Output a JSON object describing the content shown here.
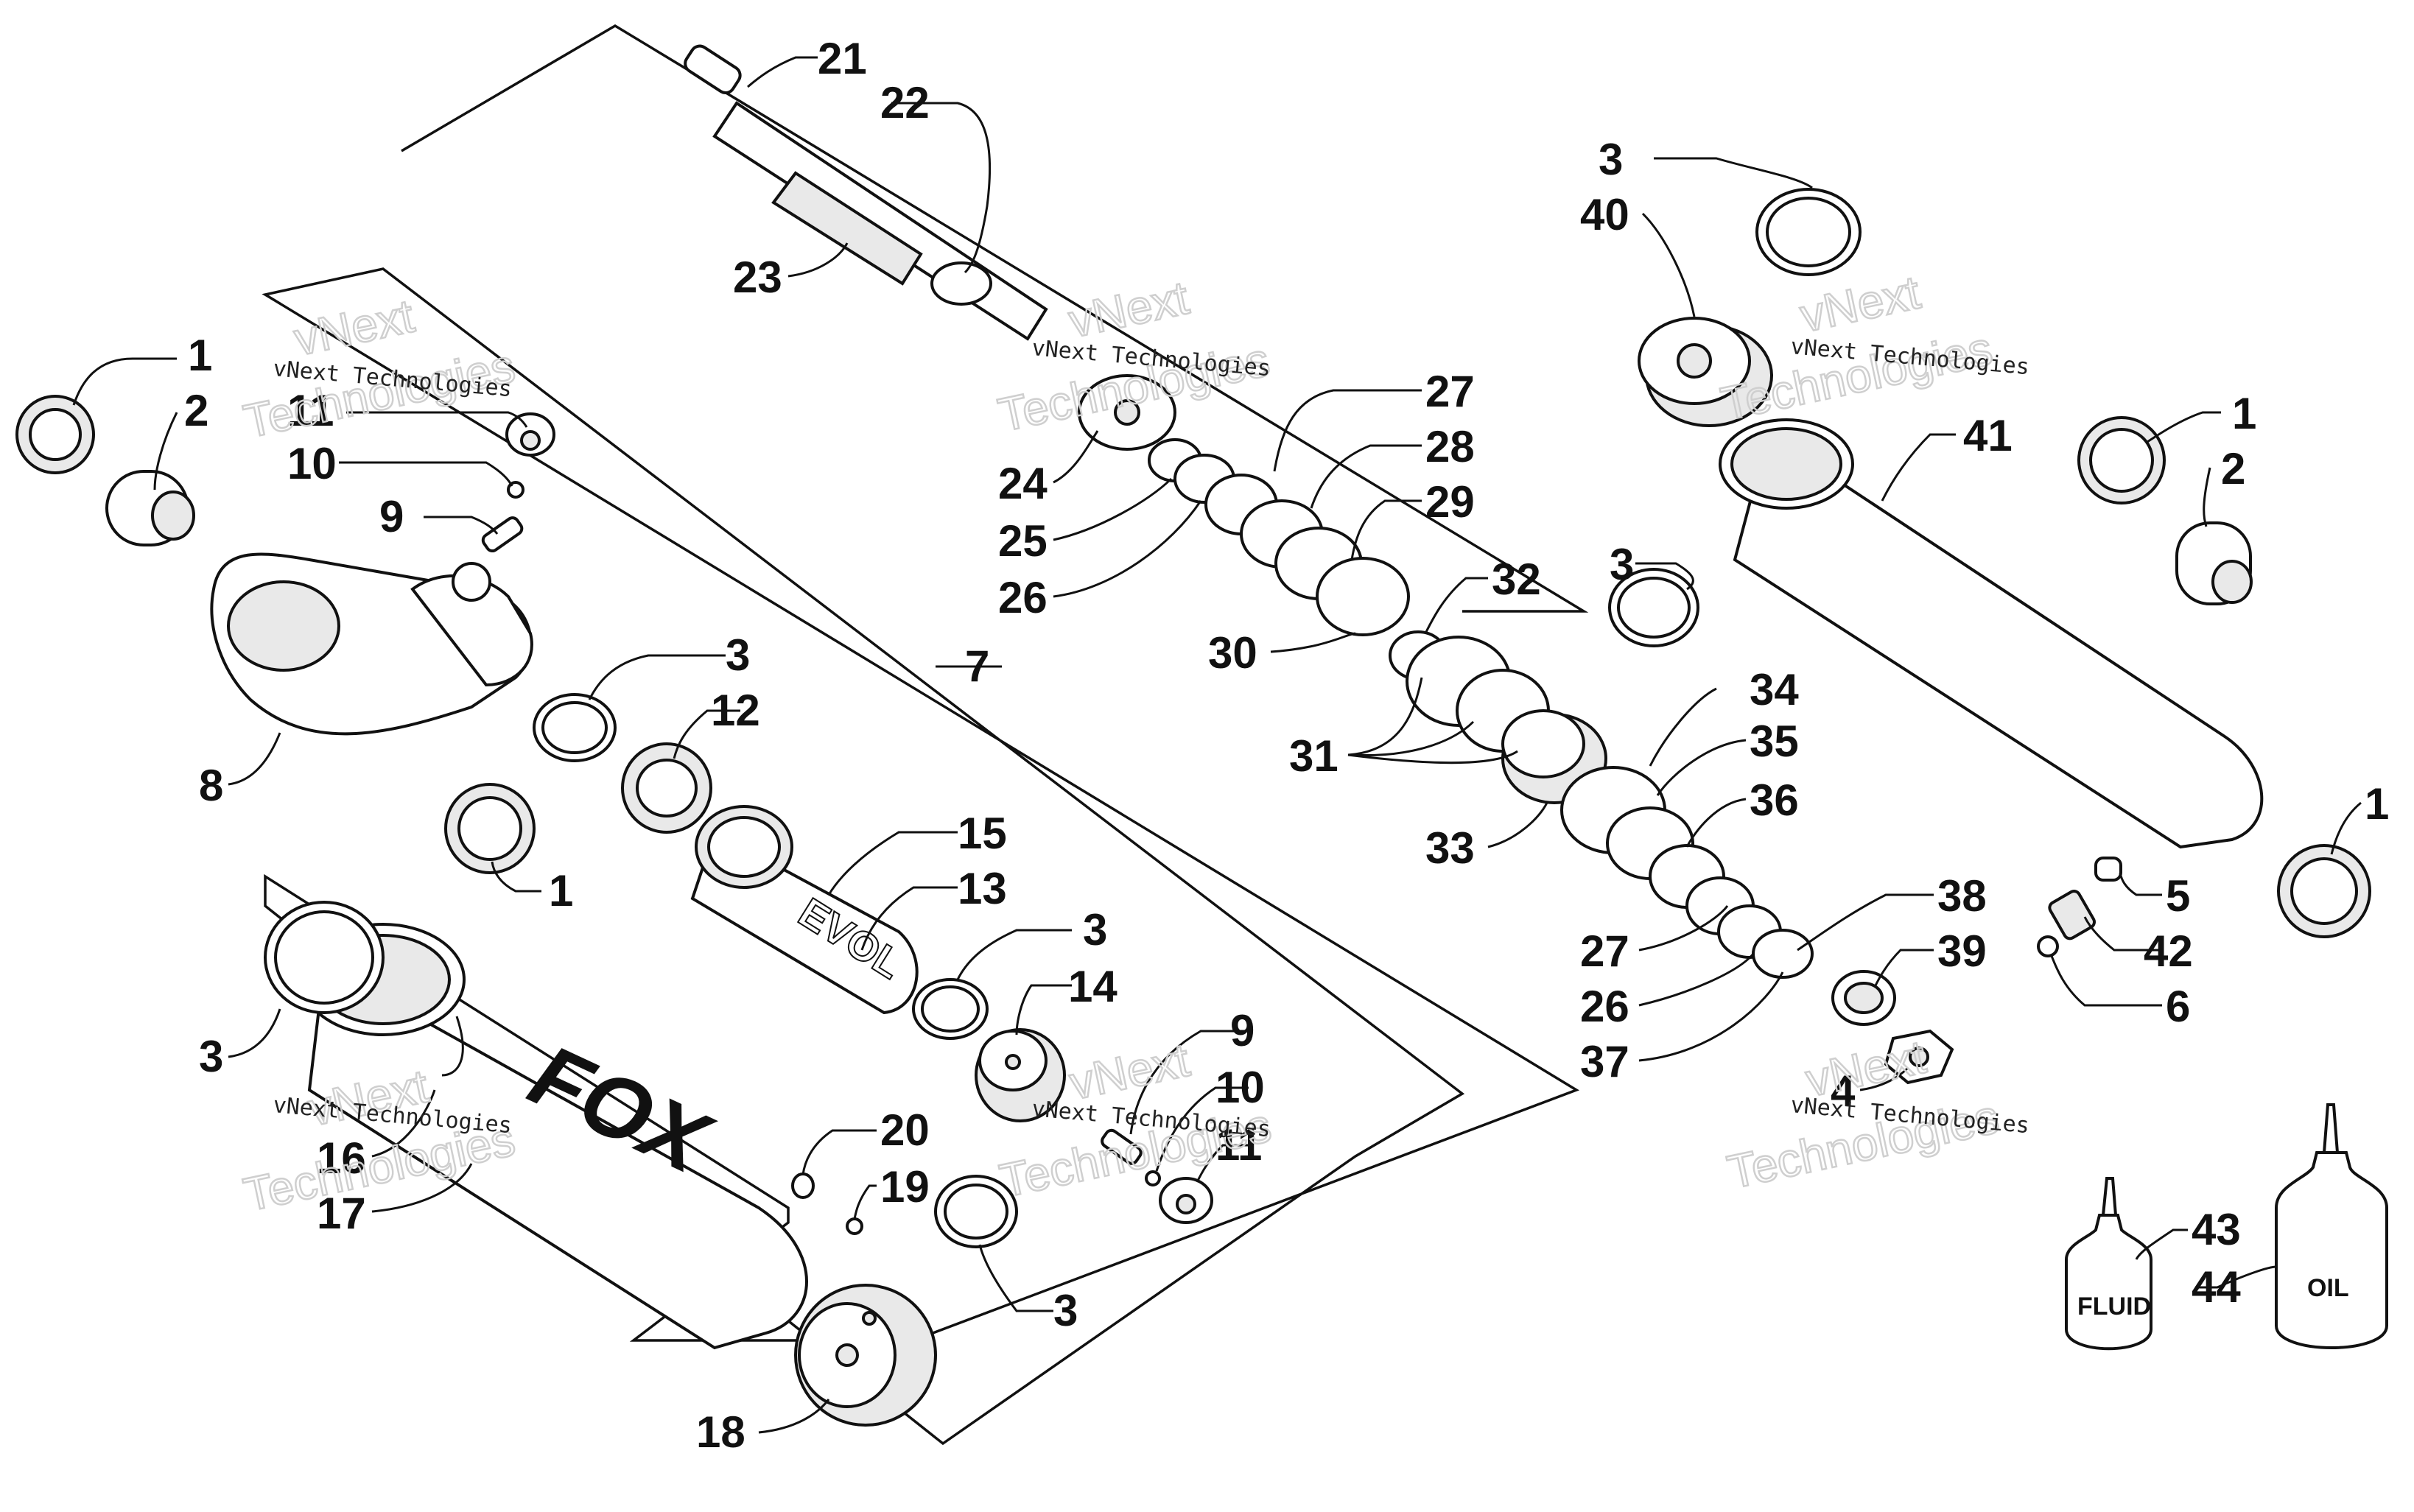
{
  "watermark": {
    "line1": "vNext Technologies",
    "line2a": "vNext",
    "line2b": "Technologies"
  },
  "brand": {
    "logo_text": "FOX",
    "body_text": "EVOL"
  },
  "bottles": {
    "fluid": "FLUID",
    "oil": "OIL"
  },
  "callouts": {
    "c1a": "1",
    "c2a": "2",
    "c11a": "11",
    "c10a": "10",
    "c9a": "9",
    "c8": "8",
    "c3a": "3",
    "c12": "12",
    "c1b": "1",
    "c3b": "3",
    "c7": "7",
    "c15": "15",
    "c13": "13",
    "c3c": "3",
    "c14": "14",
    "c16": "16",
    "c17": "17",
    "c20": "20",
    "c19": "19",
    "c9b": "9",
    "c10b": "10",
    "c11b": "11",
    "c3d": "3",
    "c18": "18",
    "c21": "21",
    "c22": "22",
    "c23": "23",
    "c24": "24",
    "c25": "25",
    "c26a": "26",
    "c27a": "27",
    "c28": "28",
    "c29": "29",
    "c30": "30",
    "c32": "32",
    "c31": "31",
    "c3e": "3",
    "c34": "34",
    "c35": "35",
    "c36": "36",
    "c33": "33",
    "c27b": "27",
    "c26b": "26",
    "c37": "37",
    "c38": "38",
    "c39": "39",
    "c4": "4",
    "c3f": "3",
    "c40": "40",
    "c41": "41",
    "c1c": "1",
    "c2b": "2",
    "c1d": "1",
    "c5": "5",
    "c42": "42",
    "c6": "6",
    "c43": "43",
    "c44": "44"
  }
}
